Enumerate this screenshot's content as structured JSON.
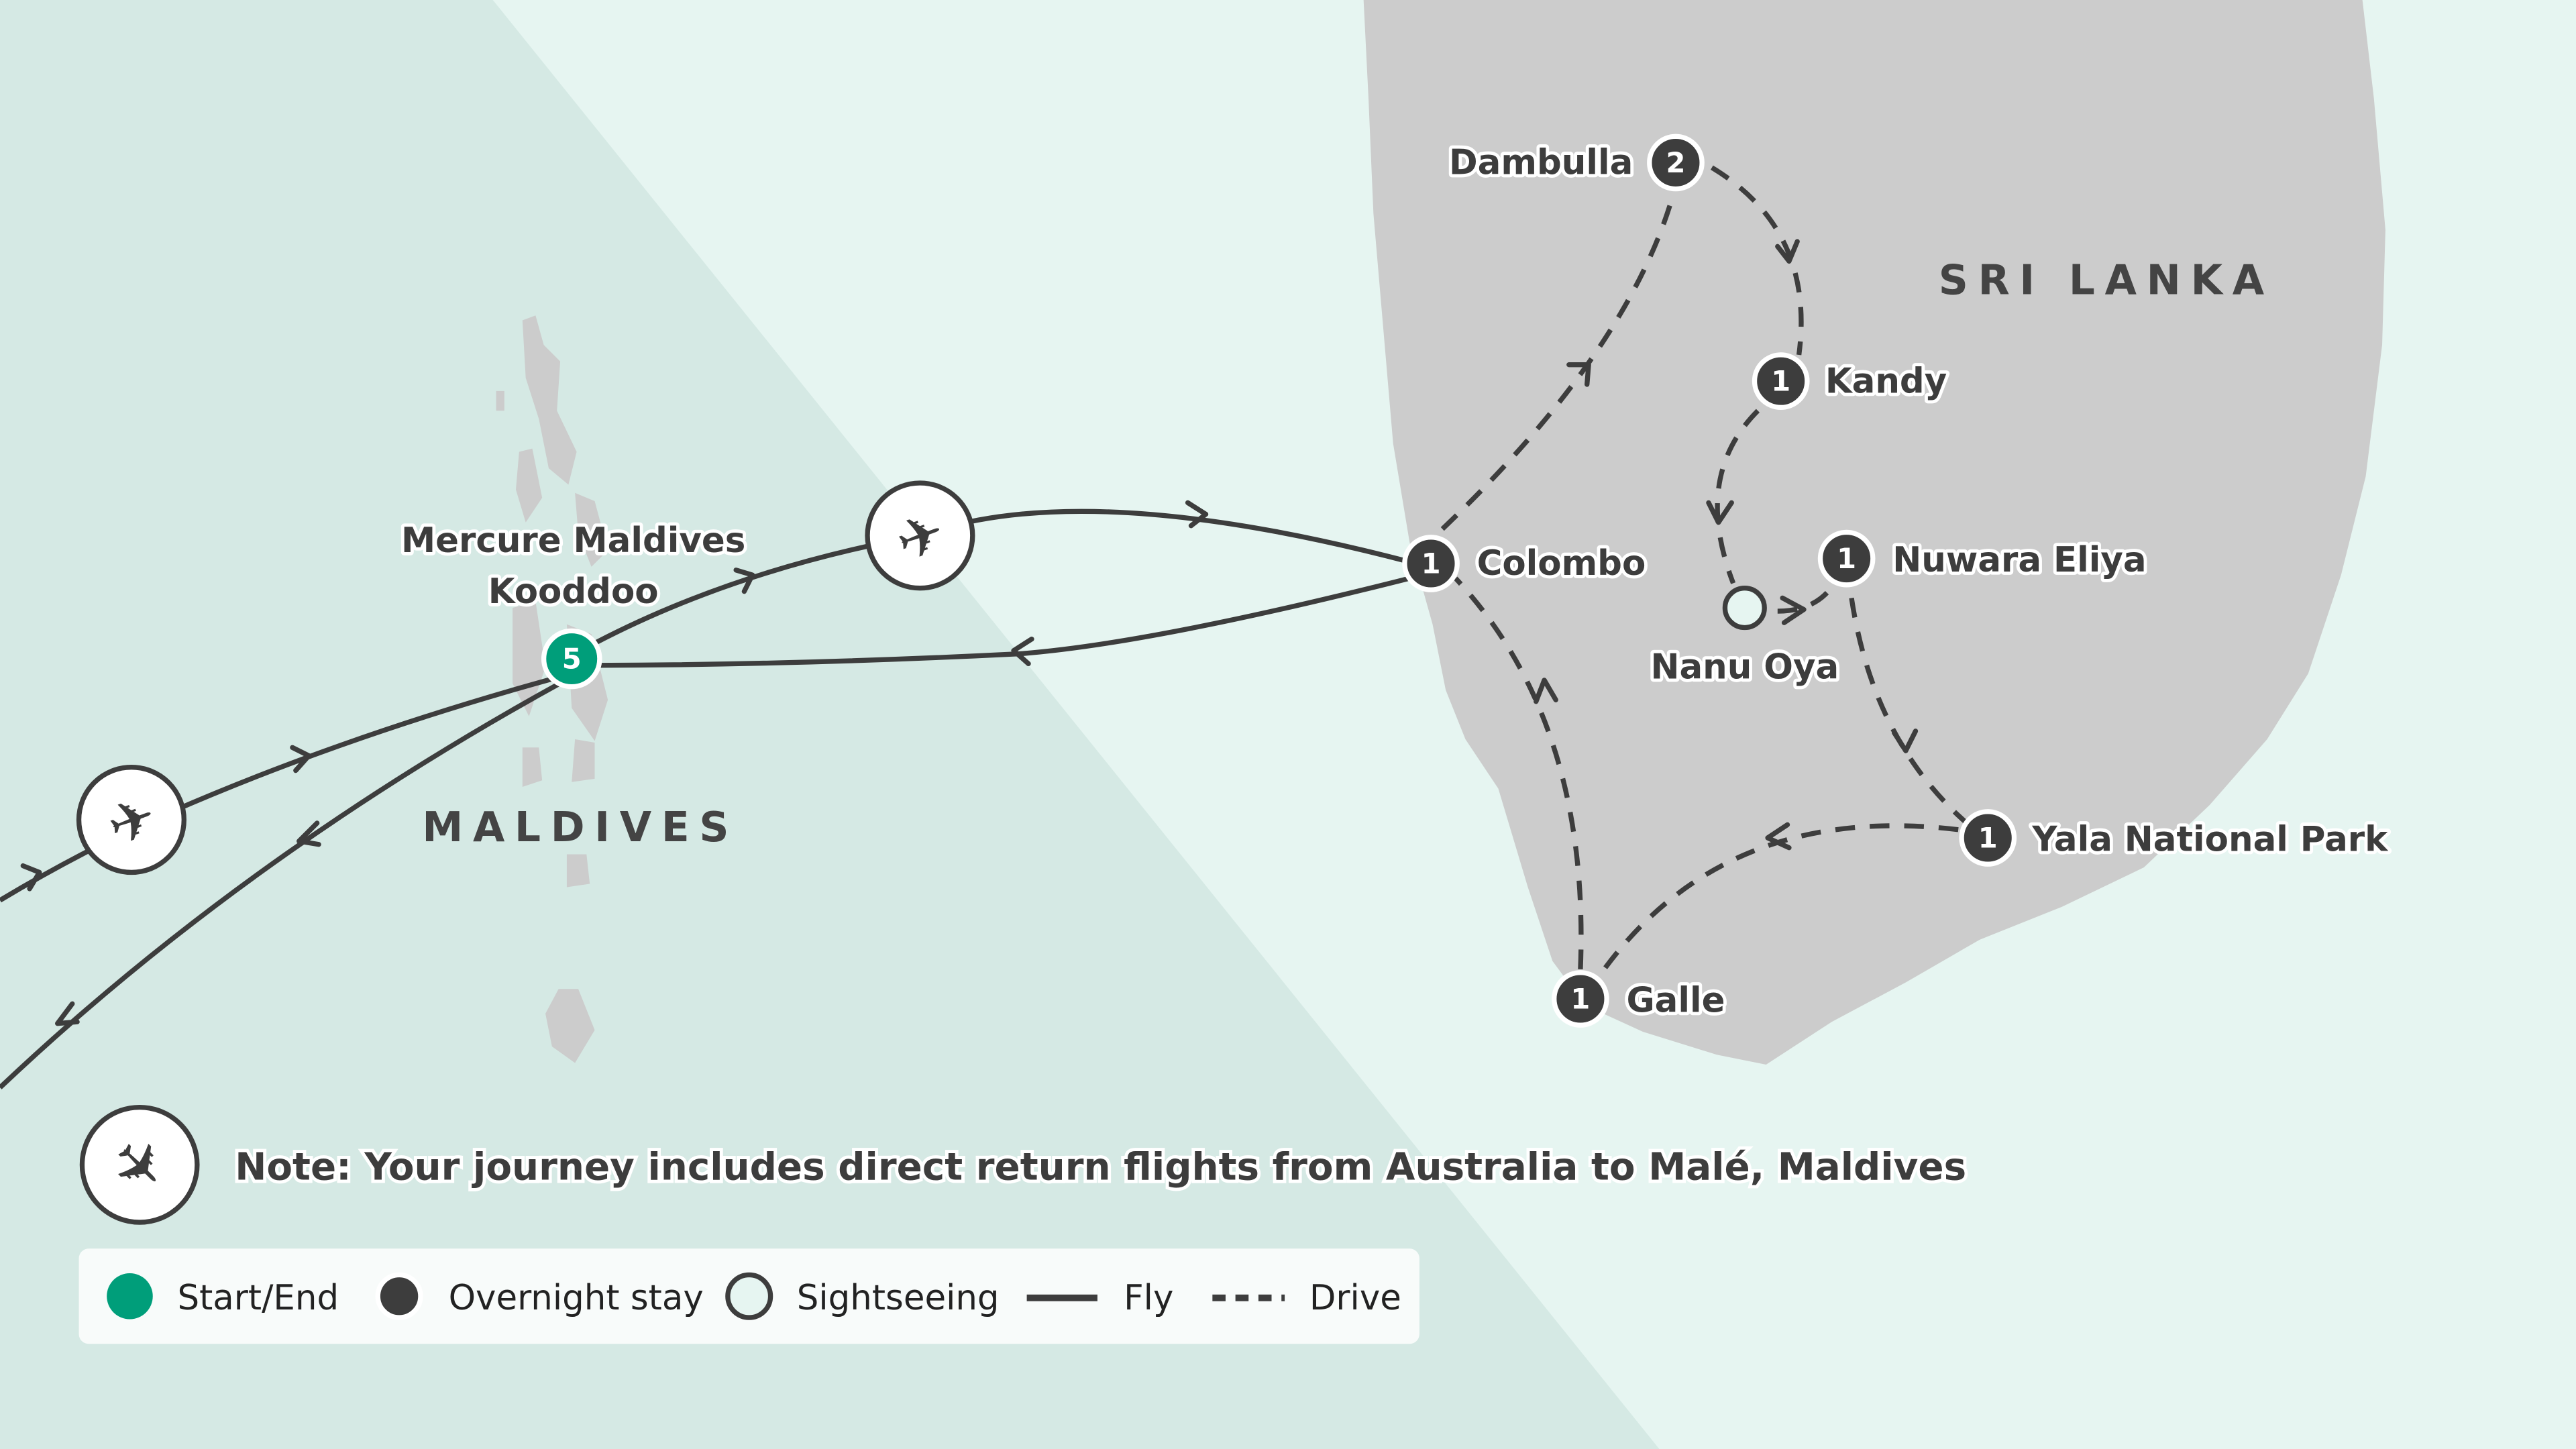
{
  "colors": {
    "sea_light": "#e6f5f1",
    "sea_dark": "#d5e9e4",
    "land": "#cccccc",
    "route": "#3d3d3d",
    "start_end": "#009e7a",
    "overnight": "#3d3d3d",
    "sightseeing": "#e6f5f1"
  },
  "countries": {
    "sri_lanka": "SRI LANKA",
    "maldives": "MALDIVES"
  },
  "start": {
    "name_line1": "Mercure Maldives",
    "name_line2": "Kooddoo",
    "nights": "5"
  },
  "stops": [
    {
      "name": "Dambulla",
      "nights": "2"
    },
    {
      "name": "Kandy",
      "nights": "1"
    },
    {
      "name": "Colombo",
      "nights": "1"
    },
    {
      "name": "Nuwara Eliya",
      "nights": "1"
    },
    {
      "name": "Nanu Oya",
      "nights": null
    },
    {
      "name": "Yala National Park",
      "nights": "1"
    },
    {
      "name": "Galle",
      "nights": "1"
    }
  ],
  "icons": {
    "flight": "airplane-icon"
  },
  "note": "Note: Your journey includes direct return flights from Australia to Malé, Maldives",
  "legend": {
    "start_end": "Start/End",
    "overnight": "Overnight stay",
    "sightseeing": "Sightseeing",
    "fly": "Fly",
    "drive": "Drive"
  }
}
